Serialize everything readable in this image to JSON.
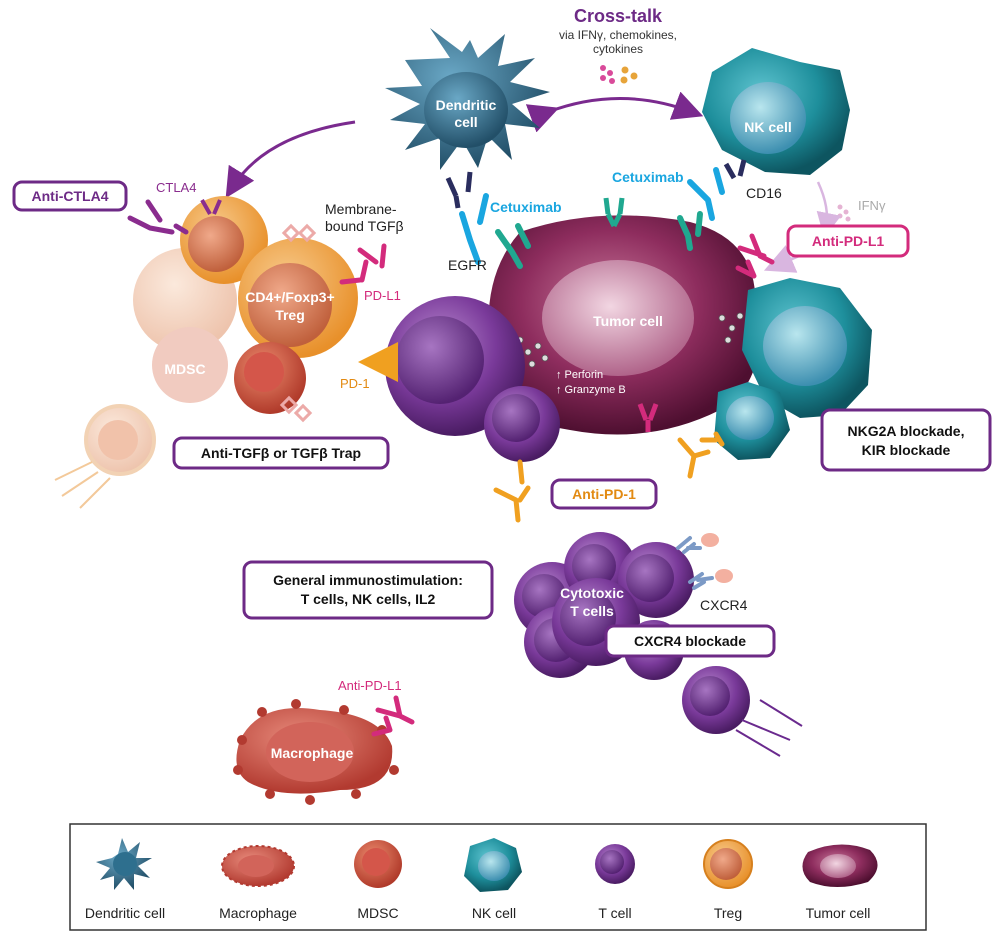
{
  "crosstalk": {
    "title": "Cross-talk",
    "line1": "via IFNγ, chemokines,",
    "line2": "cytokines"
  },
  "cells": {
    "dendritic_line1": "Dendritic",
    "dendritic_line2": "cell",
    "nk": "NK cell",
    "tumor": "Tumor cell",
    "treg_line1": "CD4+/Foxp3+",
    "treg_line2": "Treg",
    "mdsc": "MDSC",
    "cytotoxic_line1": "Cytotoxic",
    "cytotoxic_line2": "T cells",
    "macrophage": "Macrophage"
  },
  "labels": {
    "cetuximab_left": "Cetuximab",
    "cetuximab_right": "Cetuximab",
    "egfr": "EGFR",
    "cd16": "CD16",
    "ifng": "IFNγ",
    "ctla4": "CTLA4",
    "membrane_line1": "Membrane-",
    "membrane_line2": "bound TGFβ",
    "pdl1": "PD-L1",
    "pd1": "PD-1",
    "perforin": "↑ Perforin",
    "granzyme": "↑ Granzyme B",
    "cxcr4": "CXCR4",
    "anti_pdl1_macrophage": "Anti-PD-L1"
  },
  "therapies": {
    "anti_ctla4": "Anti-CTLA4",
    "anti_pdl1": "Anti-PD-L1",
    "anti_tgfb": "Anti-TGFβ or TGFβ Trap",
    "anti_pd1": "Anti-PD-1",
    "nkg2a_line1": "NKG2A blockade,",
    "nkg2a_line2": "KIR blockade",
    "general_line1": "General immunostimulation:",
    "general_line2": "T cells, NK cells, IL2",
    "cxcr4_blockade": "CXCR4 blockade"
  },
  "legend": {
    "items": [
      "Dendritic cell",
      "Macrophage",
      "MDSC",
      "NK cell",
      "T cell",
      "Treg",
      "Tumor cell"
    ]
  },
  "colors": {
    "purple_box": "#6d2a86",
    "pink_box": "#d32b7c",
    "cetuximab": "#1aa6e0",
    "pd1": "#f0a020",
    "tumor": "#8a2a5a",
    "tcell": "#7a3a9a",
    "nk": "#1e8f9c",
    "dendritic": "#2e6f8e",
    "treg": "#f2a23a",
    "mdsc": "#d04a36",
    "macrophage": "#c8423a"
  }
}
